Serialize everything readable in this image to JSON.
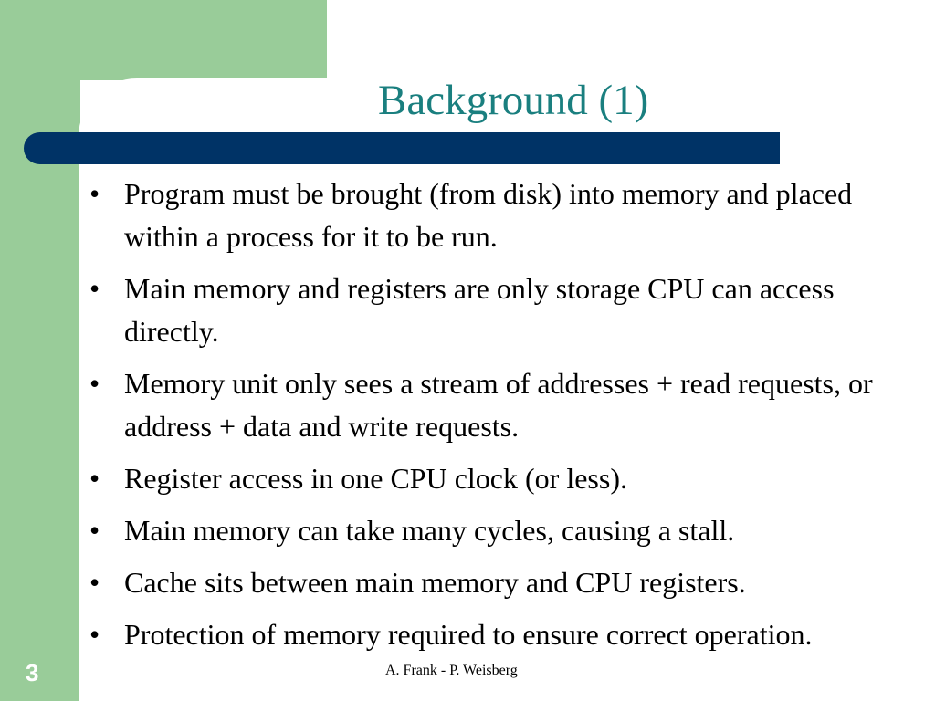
{
  "slide": {
    "title": "Background (1)",
    "bullets": [
      "Program must be brought (from disk)  into memory and placed within a process for it to be run.",
      "Main memory and registers are only storage CPU can access directly.",
      "Memory unit only sees a stream of addresses + read requests, or address + data and write requests.",
      "Register access in one CPU clock (or less).",
      "Main memory can take many cycles, causing a stall.",
      "Cache sits between main memory and CPU registers.",
      "Protection of memory required to ensure correct operation."
    ],
    "bullet_symbol": "•",
    "page_number": "3",
    "footer": "A. Frank - P. Weisberg"
  },
  "colors": {
    "green_band": "#99cc99",
    "title_bar": "#003366",
    "title_text": "#1a7f7f",
    "body_text": "#000000"
  }
}
